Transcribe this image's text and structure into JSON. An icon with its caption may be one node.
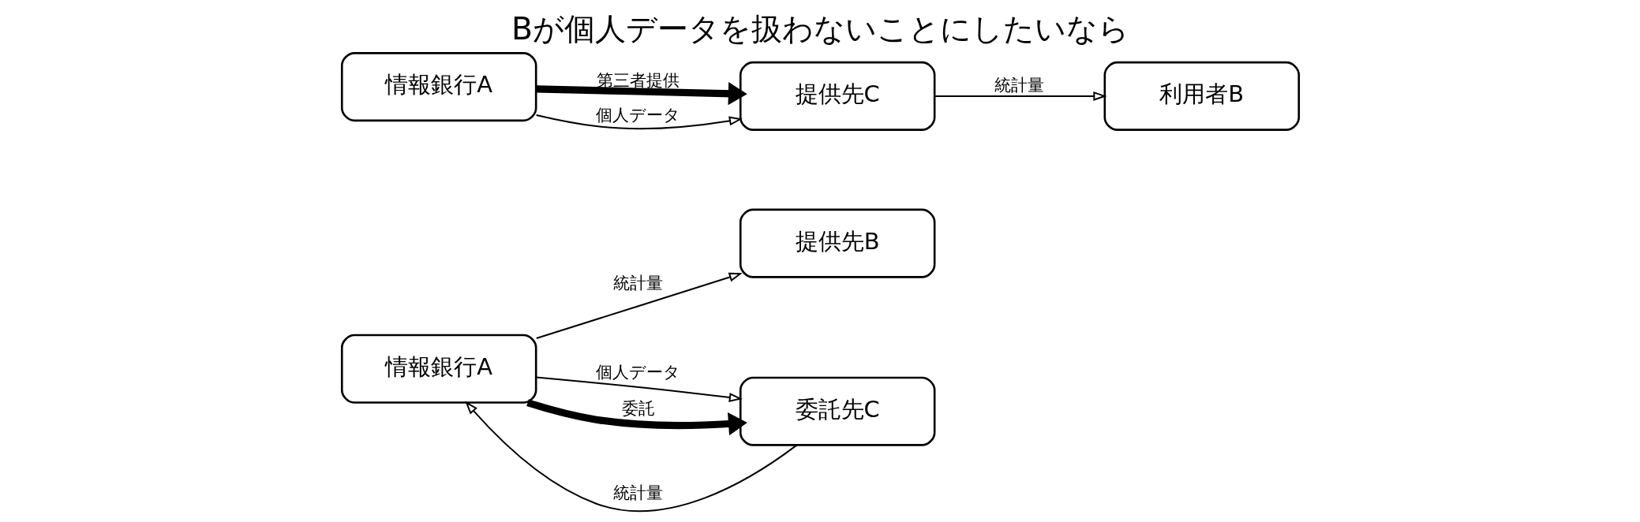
{
  "diagram": {
    "title": "Bが個人データを扱わないことにしたいなら",
    "nodes": [
      {
        "text": [
          "情報銀行A"
        ]
      },
      {
        "text": [
          "提供先B"
        ]
      },
      {
        "text": [
          "委託先C"
        ]
      },
      {
        "text": [
          "情報銀行A"
        ]
      },
      {
        "text": [
          "利用者B"
        ]
      },
      {
        "text": [
          "提供先C"
        ]
      }
    ],
    "edges": [
      {
        "from": 0,
        "to": 1,
        "arrow": "to",
        "label": "統計量"
      },
      {
        "from": 2,
        "to": 0,
        "arrow": "to",
        "label": "統計量"
      },
      {
        "from": 0,
        "to": 2,
        "arrow": "to",
        "label": "個人データ"
      },
      {
        "from": 0,
        "to": 2,
        "arrow": "to",
        "label": "委託",
        "style": "thick"
      },
      {
        "from": 3,
        "to": 5,
        "arrow": "to",
        "label": "第三者提供",
        "style": "thick"
      },
      {
        "from": 3,
        "to": 5,
        "arrow": "to",
        "label": "個人データ"
      },
      {
        "from": 5,
        "to": 4,
        "arrow": "to",
        "label": "統計量"
      }
    ]
  }
}
